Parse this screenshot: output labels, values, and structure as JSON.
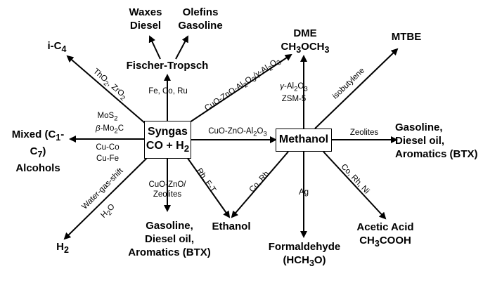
{
  "nodes": {
    "syngas": {
      "line1": "Syngas",
      "line2": "CO + H",
      "sub": "2"
    },
    "methanol": "Methanol",
    "fischer": "Fischer-Tropsch",
    "waxes": [
      "Waxes",
      "Diesel"
    ],
    "olefins": [
      "Olefins",
      "Gasoline"
    ],
    "dme": {
      "line1": "DME",
      "line2_a": "CH",
      "line2_b": "3",
      "line2_c": "OCH",
      "line2_d": "3"
    },
    "mtbe": "MTBE",
    "ic4": {
      "a": "i-C",
      "b": "4"
    },
    "mixed": {
      "a": "Mixed (C",
      "b": "1",
      "c": "-C",
      "d": "7",
      "e": ")",
      "line2": "Alcohols"
    },
    "h2": {
      "a": "H",
      "b": "2"
    },
    "gasoline_bottom": [
      "Gasoline,",
      "Diesel oil,",
      "Aromatics (BTX)"
    ],
    "ethanol": "Ethanol",
    "formaldehyde": {
      "line1": "Formaldehyde",
      "a": "(HCH",
      "b": "3",
      "c": "O)"
    },
    "acetic": {
      "line1": "Acetic Acid",
      "a": "CH",
      "b": "3",
      "c": "COOH"
    },
    "gasoline_right": [
      "Gasoline,",
      "Diesel oil,",
      "Aromatics (BTX)"
    ]
  },
  "labels": {
    "fe_co_ru": "Fe, Co, Ru",
    "tho2": {
      "a": "ThO",
      "b": "2",
      "c": ", ZrO",
      "d": "2"
    },
    "mos2": {
      "a": "MoS",
      "b": "2"
    },
    "bmo2c": {
      "a": "β",
      "b": "-Mo",
      "c": "2",
      "d": "C"
    },
    "cuco": "Cu-Co",
    "cufe": "Cu-Fe",
    "wgs": "Water-gas-shift",
    "h2o": {
      "a": "H",
      "b": "2",
      "c": "O"
    },
    "cuo_zno_zeo": [
      "CuO-ZnO/",
      "Zeolites"
    ],
    "rh_ft": "Rh, F-T",
    "cuo_dme": {
      "a": "CuO-ZnO-Al",
      "b": "2",
      "c": "O",
      "d": "3",
      "e": "/",
      "f": "γ",
      "g": "-Al",
      "h": "2",
      "i": "O",
      "j": "3"
    },
    "cuo_meoh": {
      "a": "CuO-ZnO-Al",
      "b": "2",
      "c": "O",
      "d": "3"
    },
    "gal2o3": {
      "a": "γ",
      "b": "-Al",
      "c": "2",
      "d": "O",
      "e": "3"
    },
    "zsm5": "ZSM-5",
    "isobutylene": "isobutylene",
    "zeolites": "Zeolites",
    "co_rh": "Co, Rh",
    "ag": "Ag",
    "co_rh_ni": "Co, Rh, Ni"
  }
}
